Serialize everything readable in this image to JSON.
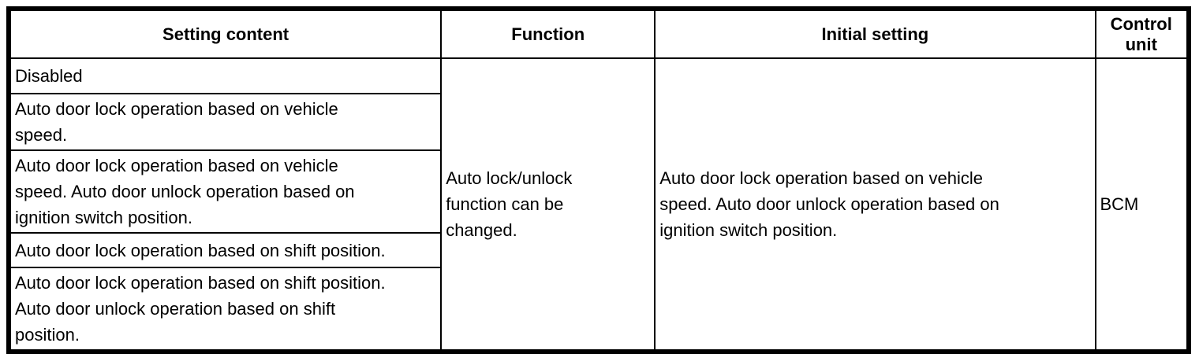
{
  "table": {
    "headers": [
      "Setting content",
      "Function",
      "Initial setting",
      "Control\nunit"
    ],
    "setting_rows": [
      "Disabled",
      "Auto door lock operation based on vehicle\nspeed.",
      "Auto door lock operation based on vehicle\nspeed. Auto door unlock operation based on\nignition switch position.",
      "Auto door lock operation based on shift position.",
      "Auto door lock operation based on shift position.\nAuto door unlock operation based on shift\nposition."
    ],
    "function_text": "Auto lock/unlock\nfunction can be\nchanged.",
    "initial_setting": "Auto door lock operation based on vehicle\nspeed. Auto door unlock operation based on\nignition switch position.",
    "control_unit": "BCM",
    "colors": {
      "border": "#000000",
      "text": "#000000",
      "background": "#ffffff"
    }
  }
}
